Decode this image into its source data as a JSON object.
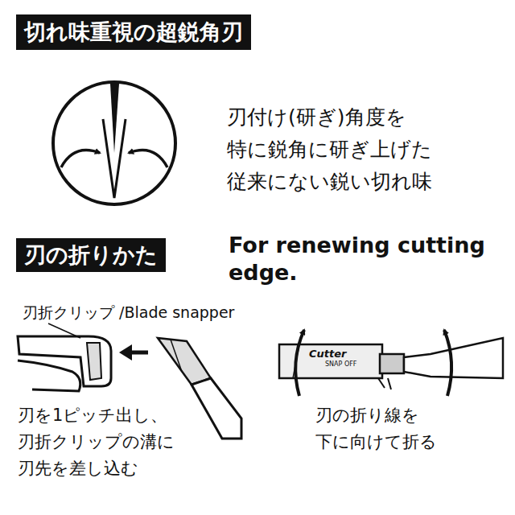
{
  "diagram": {
    "nodes": [
      {
        "text": [
          "切れ味重視の超鋭角刃"
        ]
      },
      {
        "text": [
          "刃の折りかた"
        ]
      }
    ],
    "labels": [
      "刃付け(研ぎ)角度を 特に鋭角に研ぎ上げた 従来にない鋭い切れ味",
      "For renewing cutting edge.",
      "刃折クリップ /Blade snapper",
      "刃を1ピッチ出し、 刃折クリップの溝に 刃先を差し込む",
      "Cutter",
      "SNAP OFF",
      "刃の折り線を 下に向けて折る"
    ]
  }
}
